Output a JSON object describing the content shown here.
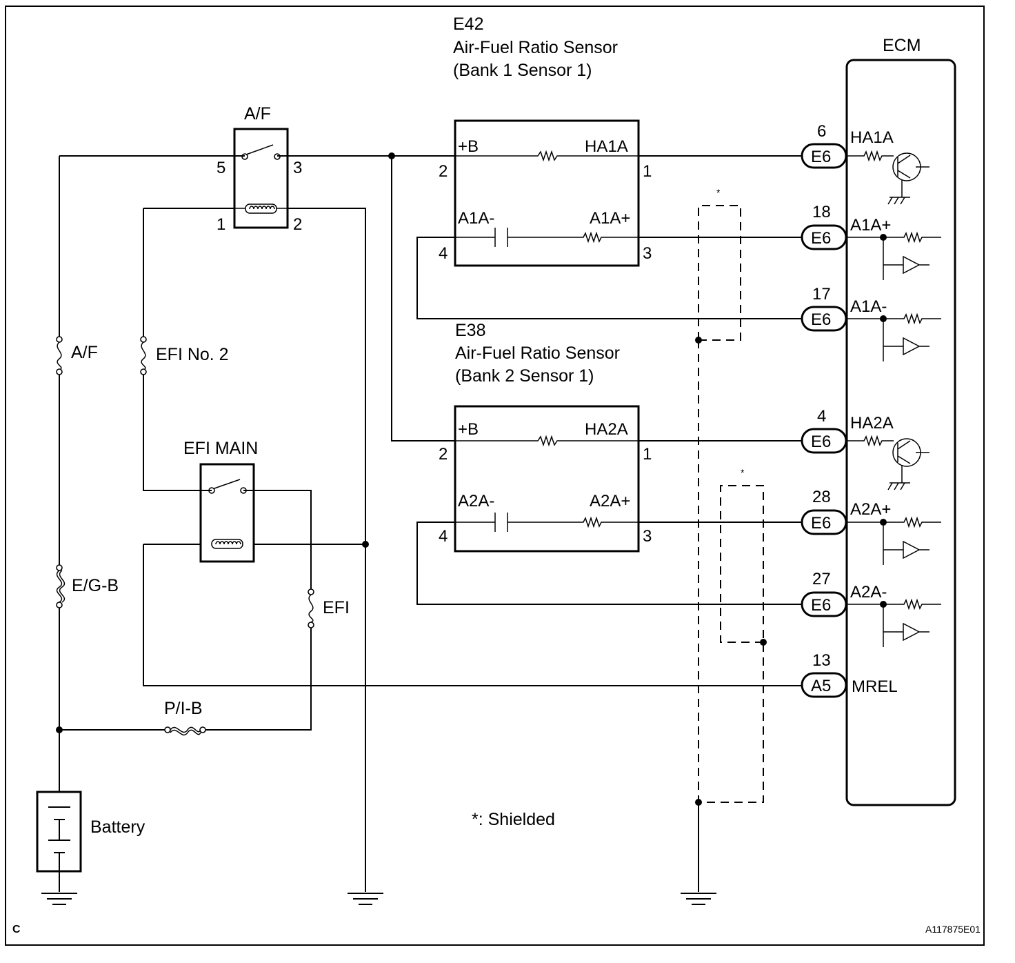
{
  "sensor1": {
    "id": "E42",
    "name": "Air-Fuel Ratio Sensor",
    "position": "(Bank 1 Sensor 1)",
    "pin_plus_b": "+B",
    "pin_heater": "HA1A",
    "pin_minus": "A1A-",
    "pin_plus": "A1A+",
    "pin_num_plus_b": "2",
    "pin_num_heater": "1",
    "pin_num_minus": "4",
    "pin_num_plus": "3"
  },
  "sensor2": {
    "id": "E38",
    "name": "Air-Fuel Ratio Sensor",
    "position": "(Bank 2 Sensor 1)",
    "pin_plus_b": "+B",
    "pin_heater": "HA2A",
    "pin_minus": "A2A-",
    "pin_plus": "A2A+",
    "pin_num_plus_b": "2",
    "pin_num_heater": "1",
    "pin_num_minus": "4",
    "pin_num_plus": "3"
  },
  "ecm": {
    "label": "ECM",
    "terminals": [
      {
        "pin": "6",
        "connector": "E6",
        "signal": "HA1A"
      },
      {
        "pin": "18",
        "connector": "E6",
        "signal": "A1A+"
      },
      {
        "pin": "17",
        "connector": "E6",
        "signal": "A1A-"
      },
      {
        "pin": "4",
        "connector": "E6",
        "signal": "HA2A"
      },
      {
        "pin": "28",
        "connector": "E6",
        "signal": "A2A+"
      },
      {
        "pin": "27",
        "connector": "E6",
        "signal": "A2A-"
      },
      {
        "pin": "13",
        "connector": "A5",
        "signal": "MREL"
      }
    ]
  },
  "relay_af": {
    "label": "A/F",
    "pin5": "5",
    "pin3": "3",
    "pin1": "1",
    "pin2": "2"
  },
  "relay_efi_main": {
    "label": "EFI MAIN"
  },
  "fuses": {
    "af": "A/F",
    "efi_no2": "EFI No. 2",
    "eg_b": "E/G-B",
    "efi": "EFI",
    "pi_b": "P/I-B"
  },
  "battery": "Battery",
  "shield_marker": "*",
  "shield_note": "*: Shielded",
  "corner_letter": "C",
  "figure_code": "A117875E01"
}
